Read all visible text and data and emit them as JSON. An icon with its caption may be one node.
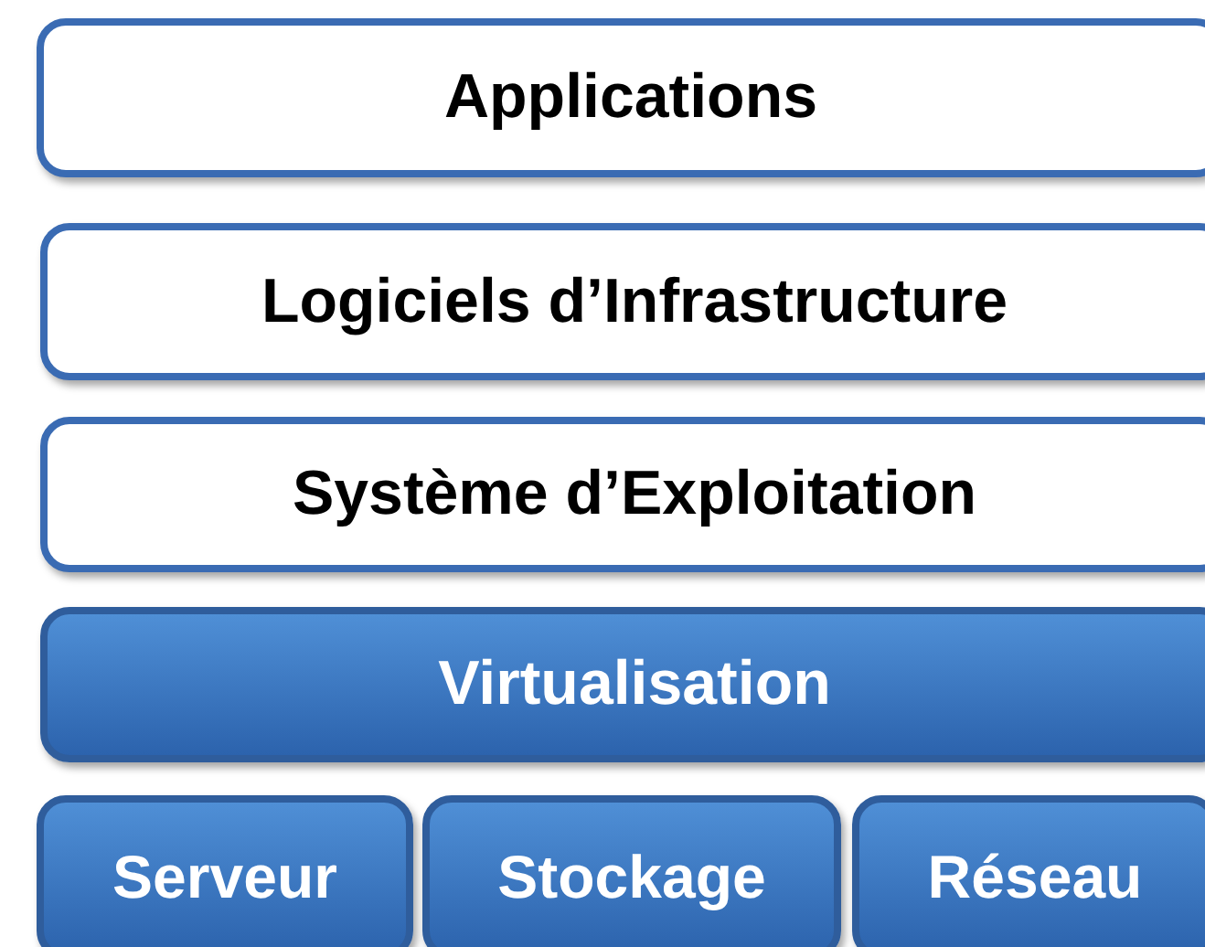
{
  "diagram": {
    "nodes": [
      {
        "text": [
          "Applications"
        ]
      },
      {
        "text": [
          "Logiciels d’Infrastructure"
        ]
      },
      {
        "text": [
          "Système d’Exploitation"
        ]
      },
      {
        "text": [
          "Virtualisation"
        ]
      },
      {
        "text": [
          "Serveur"
        ]
      },
      {
        "text": [
          "Stockage"
        ]
      },
      {
        "text": [
          "Réseau"
        ]
      }
    ]
  }
}
